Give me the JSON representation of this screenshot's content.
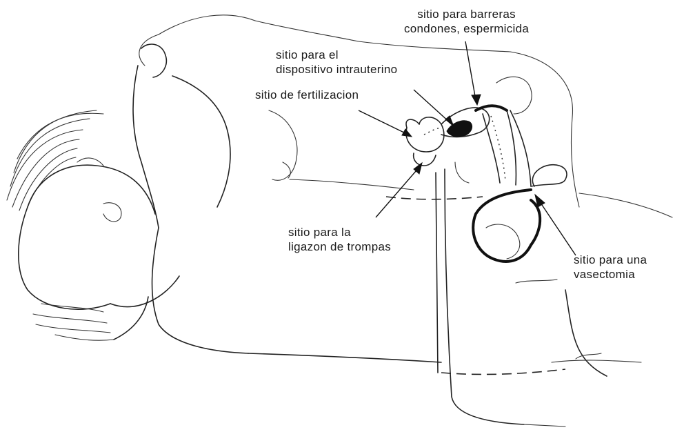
{
  "labels": {
    "barreras": [
      "sitio para barreras",
      "condones, espermicida"
    ],
    "diu": [
      "sitio para el",
      "dispositivo intrauterino"
    ],
    "fertilizacion": [
      "sitio de fertilizacion"
    ],
    "ligazon": [
      "sitio para la",
      "ligazon de trompas"
    ],
    "vasectomia": [
      "sitio para una",
      "vasectomia"
    ]
  },
  "colors": {
    "ink": "#111111",
    "background": "#ffffff"
  }
}
